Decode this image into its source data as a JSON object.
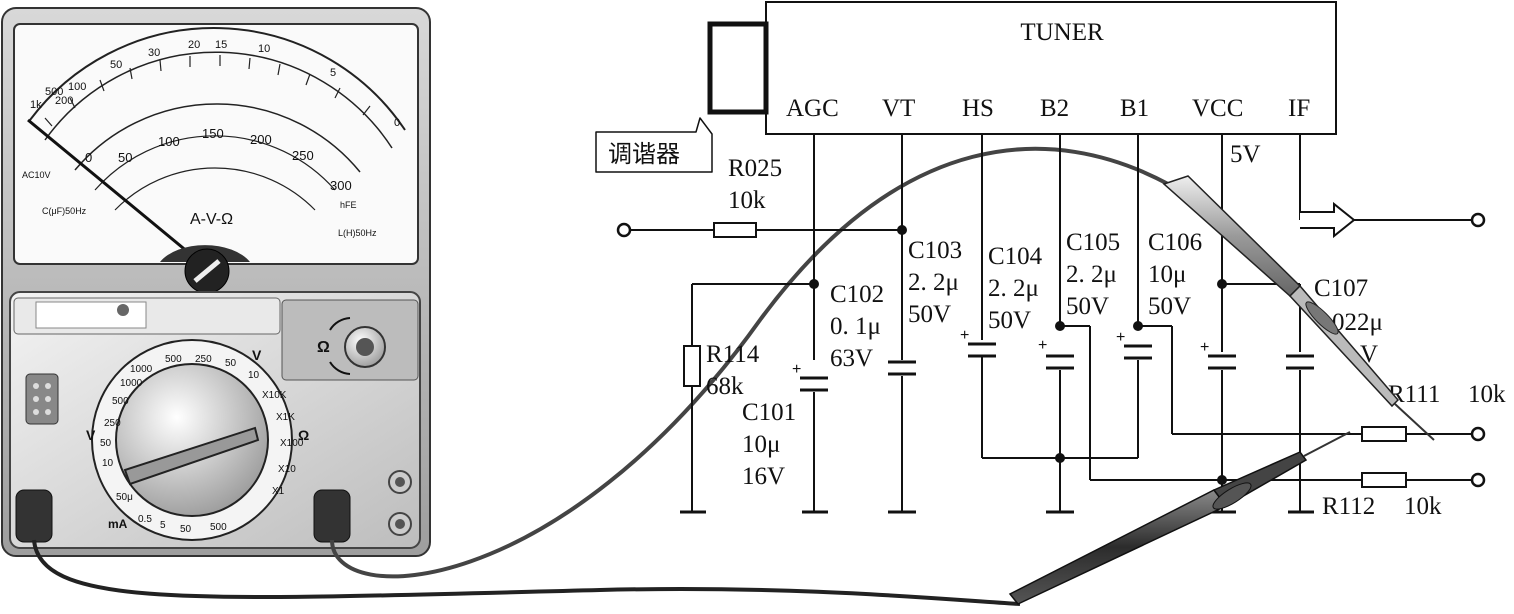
{
  "tuner": {
    "title": "TUNER",
    "pins": [
      "AGC",
      "VT",
      "HS",
      "B2",
      "B1",
      "VCC",
      "IF"
    ],
    "callout": "调谐器"
  },
  "supply": {
    "vcc_label": "5V"
  },
  "resistors": {
    "r025": {
      "name": "R025",
      "value": "10k"
    },
    "r114": {
      "name": "R114",
      "value": "68k"
    },
    "r111": {
      "name": "R111",
      "value": "10k"
    },
    "r112": {
      "name": "R112",
      "value": "10k"
    }
  },
  "capacitors": {
    "c101": {
      "name": "C101",
      "value": "10μ",
      "voltage": "16V"
    },
    "c102": {
      "name": "C102",
      "value": "0. 1μ",
      "voltage": "63V"
    },
    "c103": {
      "name": "C103",
      "value": "2. 2μ",
      "voltage": "50V"
    },
    "c104": {
      "name": "C104",
      "value": "2. 2μ",
      "voltage": "50V"
    },
    "c105": {
      "name": "C105",
      "value": "2. 2μ",
      "voltage": "50V"
    },
    "c106": {
      "name": "C106",
      "value": "10μ",
      "voltage": "50V"
    },
    "c107": {
      "name": "C107",
      "value": "022μ",
      "voltage": "V"
    }
  },
  "multimeter": {
    "dial_label": "A-V-Ω",
    "ohm_symbol": "Ω",
    "v_symbol": "V",
    "ma_symbol": "mA",
    "top_scale": [
      "1k",
      "500",
      "200",
      "100",
      "50",
      "30",
      "20",
      "15",
      "10",
      "5",
      "0"
    ],
    "mid_scale": [
      "0",
      "50",
      "100",
      "150",
      "200",
      "250",
      "300"
    ],
    "ac_label": "AC10V",
    "cap_label": "C(μF)50Hz",
    "l_label": "L(H)50Hz",
    "hfe_label": "hFE",
    "range_dcv": [
      "1000",
      "500",
      "250",
      "50",
      "10"
    ],
    "range_ohm": [
      "X10K",
      "X1K",
      "X100",
      "X10",
      "X1"
    ],
    "range_ma": [
      "500",
      "50",
      "5",
      "0.5",
      "50μ"
    ],
    "range_acv": [
      "10",
      "50",
      "250",
      "500",
      "1000"
    ]
  },
  "colors": {
    "meter_body": "#c9c9c9",
    "meter_dark": "#555555",
    "probe": "#3a3a3a",
    "ink": "#111111"
  }
}
